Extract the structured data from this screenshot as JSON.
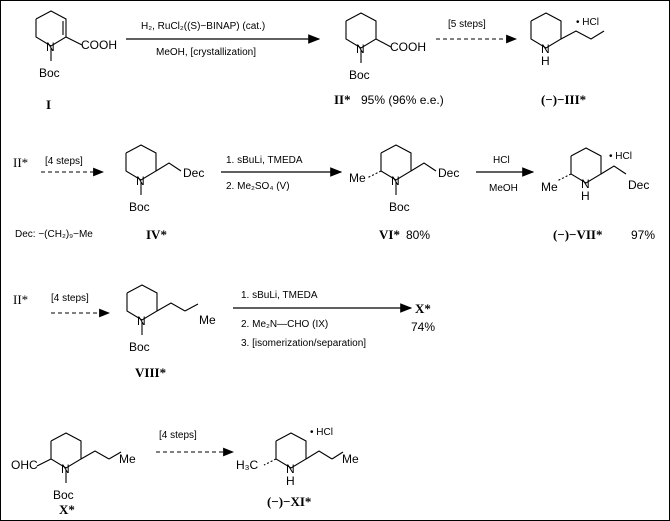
{
  "row1": {
    "sm_cooh": "COOH",
    "sm_n": "N",
    "sm_boc": "Boc",
    "sm_label": "I",
    "cond_top": "H₂,  RuCl₂((S)−BINAP) (cat.)",
    "cond_bottom": "MeOH,  [crystallization]",
    "p1_cooh": "COOH",
    "p1_n": "N",
    "p1_boc": "Boc",
    "p1_label": "II*",
    "p1_yield": "95% (96% e.e.)",
    "steps1": "[5 steps]",
    "p2_hcl": "• HCl",
    "p2_n": "N",
    "p2_h": "H",
    "p2_label": "(−)−III*"
  },
  "row2": {
    "start": "II*",
    "steps": "[4 steps]",
    "iv_dec": "Dec",
    "iv_n": "N",
    "iv_boc": "Boc",
    "iv_label": "IV*",
    "dec_def": "Dec:  −(CH₂)₉−Me",
    "cond1": "1. sBuLi,  TMEDA",
    "cond2": "2.  Me₂SO₄  (V)",
    "vi_me": "Me",
    "vi_dec": "Dec",
    "vi_n": "N",
    "vi_boc": "Boc",
    "vi_label": "VI*",
    "vi_yield": "80%",
    "hcl_top": "HCl",
    "hcl_bottom": "MeOH",
    "vii_hcl": "• HCl",
    "vii_me": "Me",
    "vii_n": "N",
    "vii_h": "H",
    "vii_dec": "Dec",
    "vii_label": "(−)−VII*",
    "vii_yield": "97%"
  },
  "row3": {
    "start": "II*",
    "steps": "[4 steps]",
    "viii_me": "Me",
    "viii_n": "N",
    "viii_boc": "Boc",
    "viii_label": "VIII*",
    "cond1": "1. sBuLi,  TMEDA",
    "cond2": "2. Me₂N—CHO  (IX)",
    "cond3": "3. [isomerization/separation]",
    "product": "X*",
    "yield": "74%"
  },
  "row4": {
    "x_ohc": "OHC",
    "x_n": "N",
    "x_boc": "Boc",
    "x_me": "Me",
    "x_label": "X*",
    "steps": "[4 steps]",
    "xi_hcl": "• HCl",
    "xi_h3c": "H₃C",
    "xi_n": "N",
    "xi_h": "H",
    "xi_me": "Me",
    "xi_label": "(−)−XI*"
  }
}
